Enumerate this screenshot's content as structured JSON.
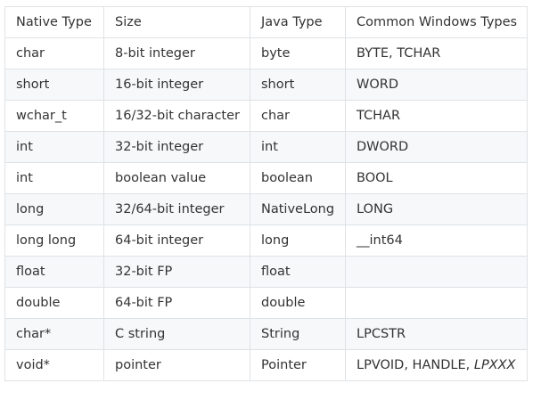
{
  "table": {
    "headers": [
      "Native Type",
      "Size",
      "Java Type",
      "Common Windows Types"
    ],
    "rows": [
      {
        "native": "char",
        "size": "8-bit integer",
        "java": "byte",
        "windows": "BYTE, TCHAR"
      },
      {
        "native": "short",
        "size": "16-bit integer",
        "java": "short",
        "windows": "WORD"
      },
      {
        "native": "wchar_t",
        "size": "16/32-bit character",
        "java": "char",
        "windows": "TCHAR"
      },
      {
        "native": "int",
        "size": "32-bit integer",
        "java": "int",
        "windows": "DWORD"
      },
      {
        "native": "int",
        "size": "boolean value",
        "java": "boolean",
        "windows": "BOOL"
      },
      {
        "native": "long",
        "size": "32/64-bit integer",
        "java": "NativeLong",
        "windows": "LONG"
      },
      {
        "native": "long long",
        "size": "64-bit integer",
        "java": "long",
        "windows": "__int64"
      },
      {
        "native": "float",
        "size": "32-bit FP",
        "java": "float",
        "windows": ""
      },
      {
        "native": "double",
        "size": "64-bit FP",
        "java": "double",
        "windows": ""
      },
      {
        "native": "char*",
        "size": "C string",
        "java": "String",
        "windows": "LPCSTR"
      },
      {
        "native": "void*",
        "size": "pointer",
        "java": "Pointer",
        "windows": "LPVOID, HANDLE, ",
        "windows_italic": "LPXXX"
      }
    ]
  }
}
